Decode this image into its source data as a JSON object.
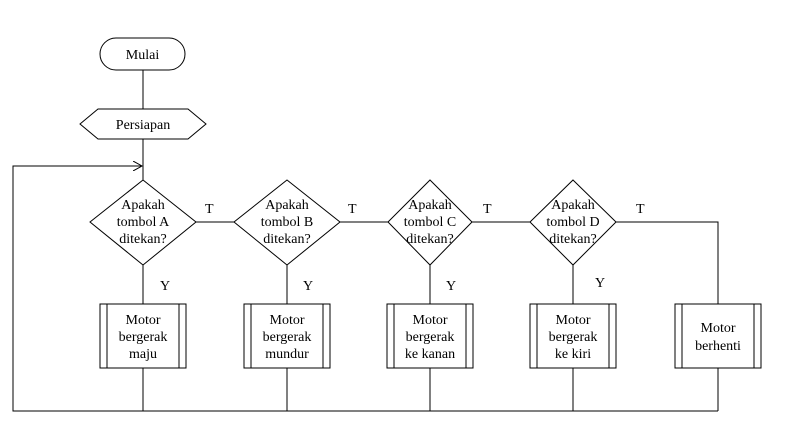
{
  "flowchart": {
    "start": "Mulai",
    "preparation": "Persiapan",
    "decisions": [
      {
        "lines": [
          "Apakah",
          "tombol A",
          "ditekan?"
        ],
        "yes": "Y",
        "no": "T"
      },
      {
        "lines": [
          "Apakah",
          "tombol B",
          "ditekan?"
        ],
        "yes": "Y",
        "no": "T"
      },
      {
        "lines": [
          "Apakah",
          "tombol C",
          "ditekan?"
        ],
        "yes": "Y",
        "no": "T"
      },
      {
        "lines": [
          "Apakah",
          "tombol D",
          "ditekan?"
        ],
        "yes": "Y",
        "no": "T"
      }
    ],
    "processes": [
      {
        "lines": [
          "Motor",
          "bergerak",
          "maju"
        ]
      },
      {
        "lines": [
          "Motor",
          "bergerak",
          "mundur"
        ]
      },
      {
        "lines": [
          "Motor",
          "bergerak",
          "ke kanan"
        ]
      },
      {
        "lines": [
          "Motor",
          "bergerak",
          "ke kiri"
        ]
      },
      {
        "lines": [
          "Motor",
          "berhenti"
        ]
      }
    ]
  }
}
